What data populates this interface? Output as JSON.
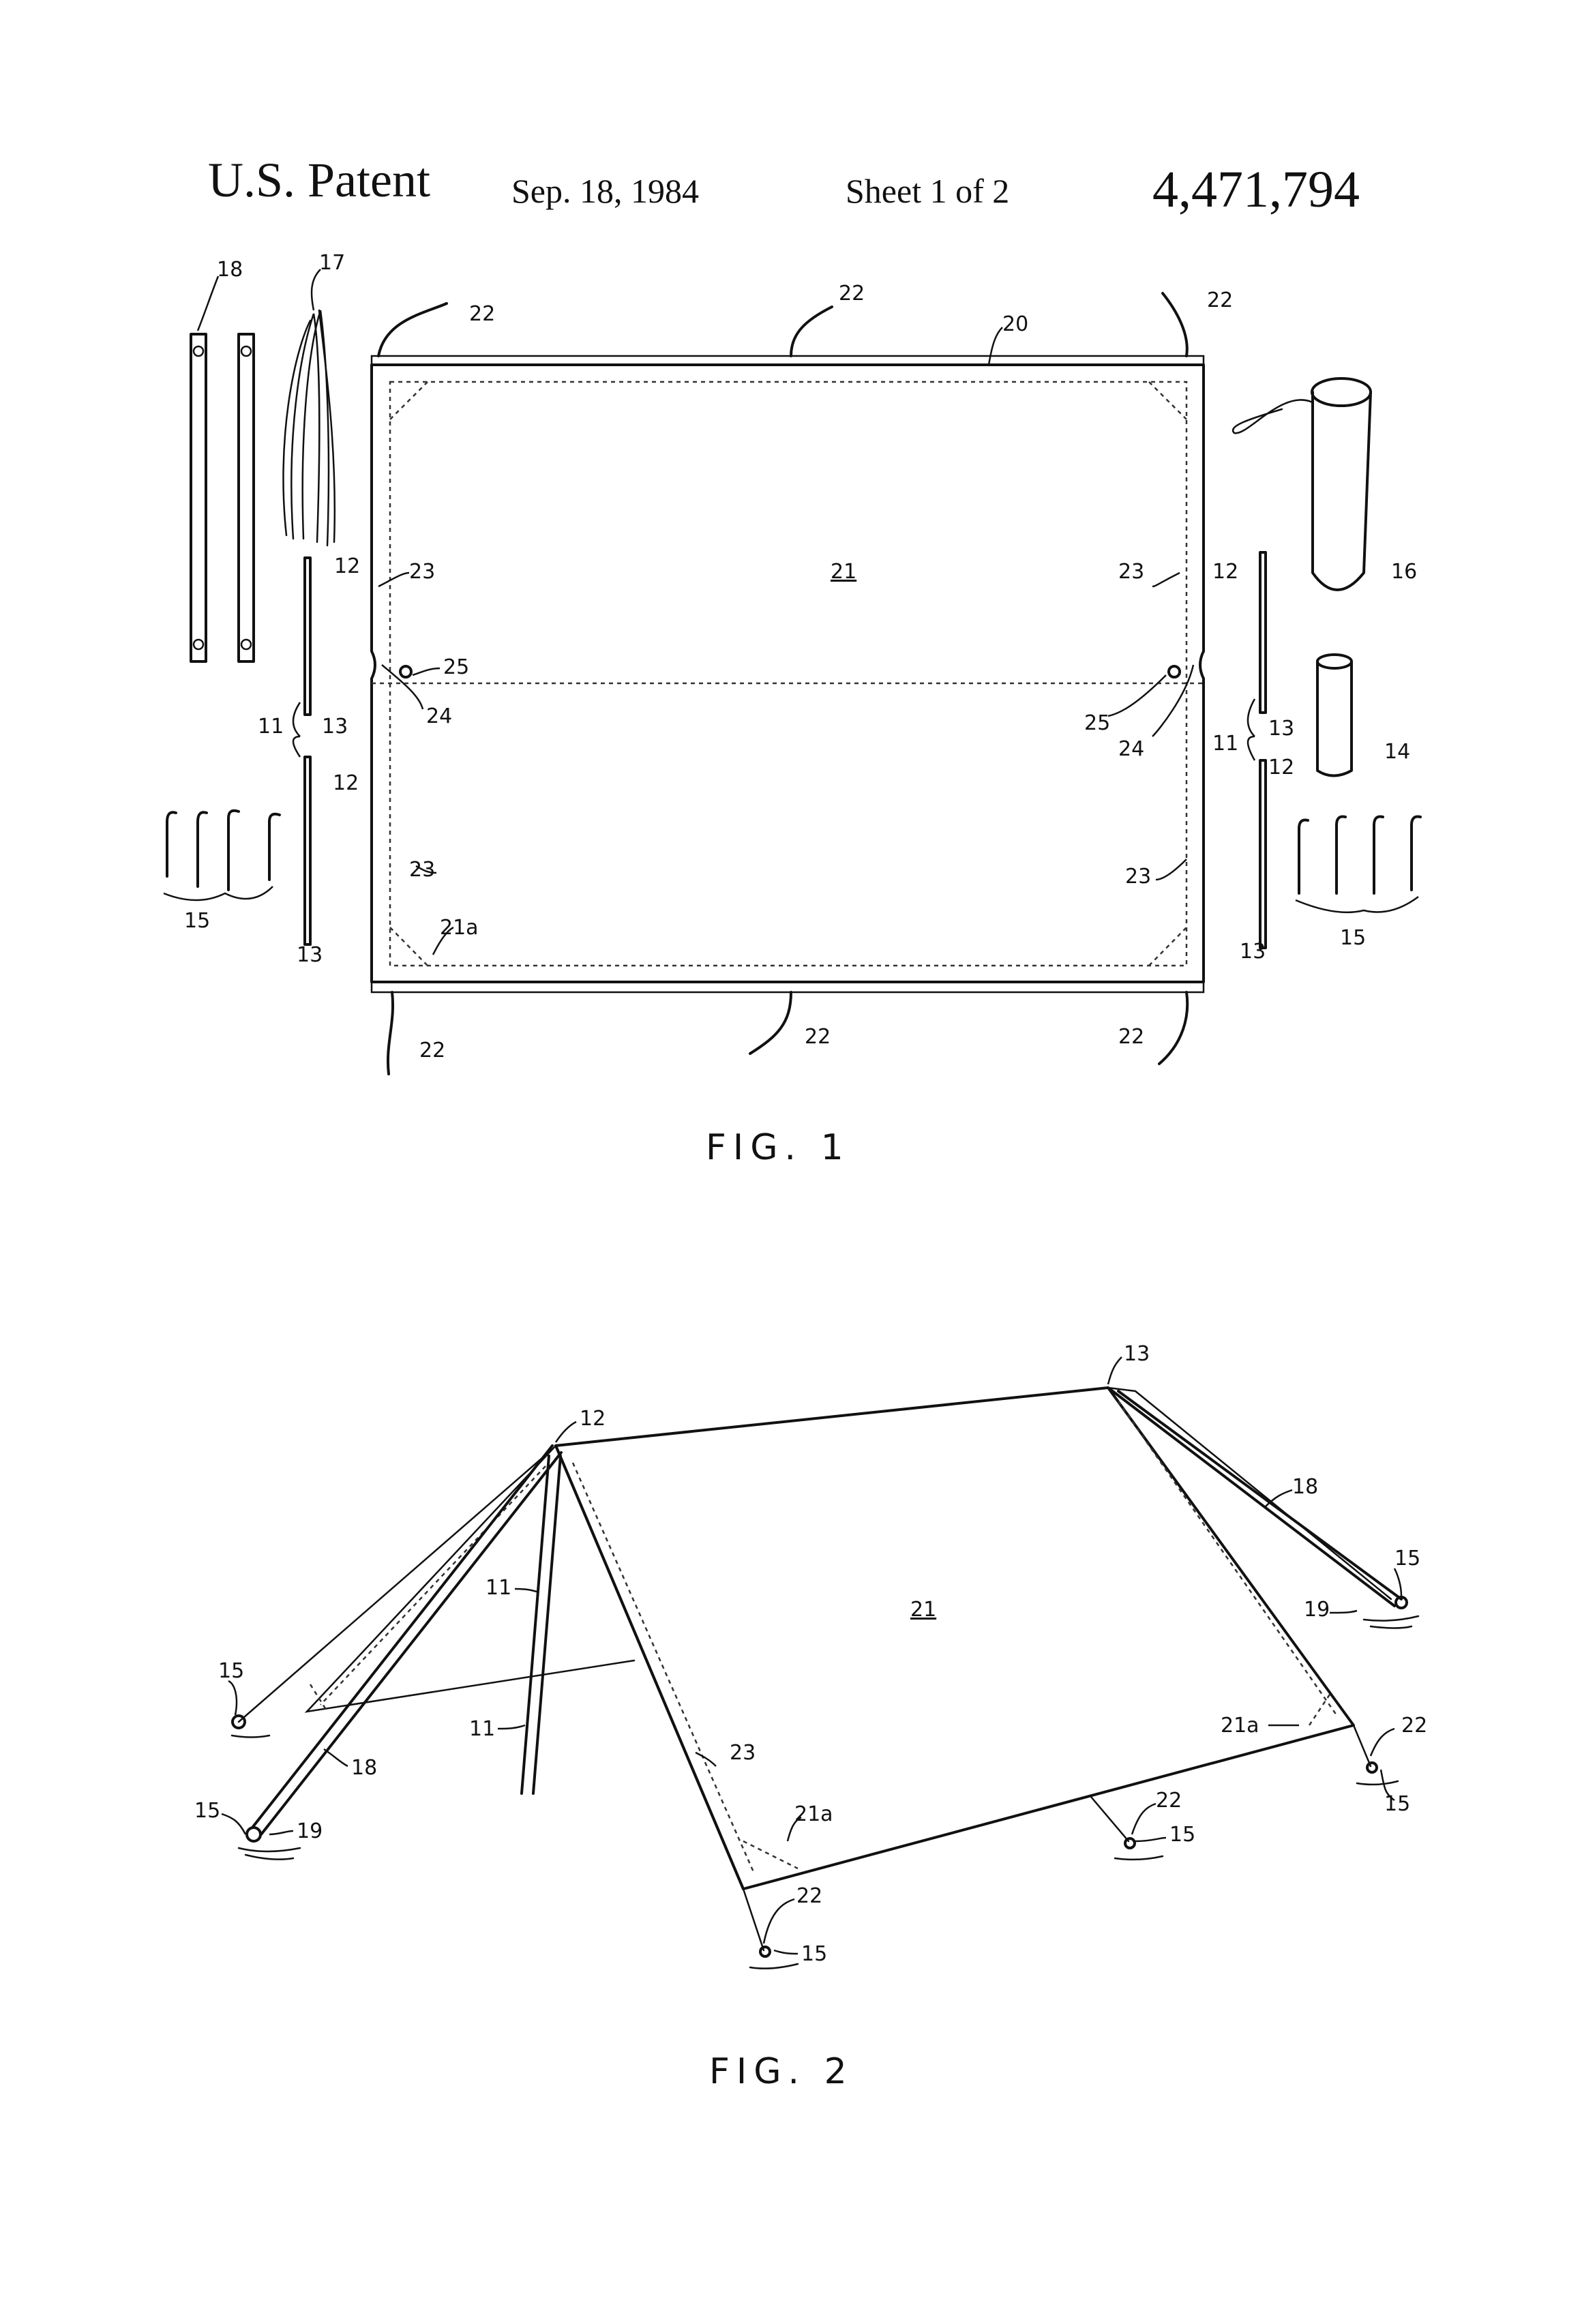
{
  "header": {
    "title": "U.S. Patent",
    "date": "Sep. 18, 1984",
    "sheet": "Sheet 1 of 2",
    "patent_number": "4,471,794"
  },
  "fig1": {
    "caption": "FIG. 1",
    "labels": {
      "l18": "18",
      "l17": "17",
      "l22a": "22",
      "l22b": "22",
      "l22c": "22",
      "l20": "20",
      "l12a": "12",
      "l23a": "23",
      "l21": "21",
      "l23b": "23",
      "l12b": "12",
      "l16": "16",
      "l25a": "25",
      "l24a": "24",
      "l11a": "11",
      "l13a": "13",
      "l12c": "12",
      "l25b": "25",
      "l24b": "24",
      "l13b": "13",
      "l11b": "11",
      "l12d": "12",
      "l14": "14",
      "l23c": "23",
      "l23d": "23",
      "l15a": "15",
      "l21a": "21a",
      "l13c": "13",
      "l13d": "13",
      "l15b": "15",
      "l22d": "22",
      "l22e": "22",
      "l22f": "22"
    }
  },
  "fig2": {
    "caption": "FIG. 2",
    "labels": {
      "l13": "13",
      "l12": "12",
      "l18a": "18",
      "l15a": "15",
      "l11a": "11",
      "l21": "21",
      "l19a": "19",
      "l15b": "15",
      "l11b": "11",
      "l21aa": "21a",
      "l22a": "22",
      "l18b": "18",
      "l23": "23",
      "l15c": "15",
      "l15d": "15",
      "l19b": "19",
      "l21ab": "21a",
      "l22b": "22",
      "l15e": "15",
      "l22c": "22",
      "l15f": "15"
    }
  }
}
